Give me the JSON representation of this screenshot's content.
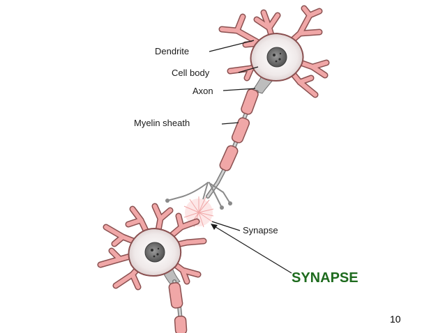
{
  "labels": {
    "dendrite": "Dendrite",
    "cell_body": "Cell body",
    "axon": "Axon",
    "myelin_sheath": "Myelin sheath",
    "synapse": "Synapse"
  },
  "callout": "SYNAPSE",
  "page_number": "10",
  "colors": {
    "membrane": "#f0a7a7",
    "outline": "#8a5050",
    "soma_fill": "#f2eeee",
    "nucleus": "#6e6e6e",
    "callout_text": "#1e6b1e"
  }
}
